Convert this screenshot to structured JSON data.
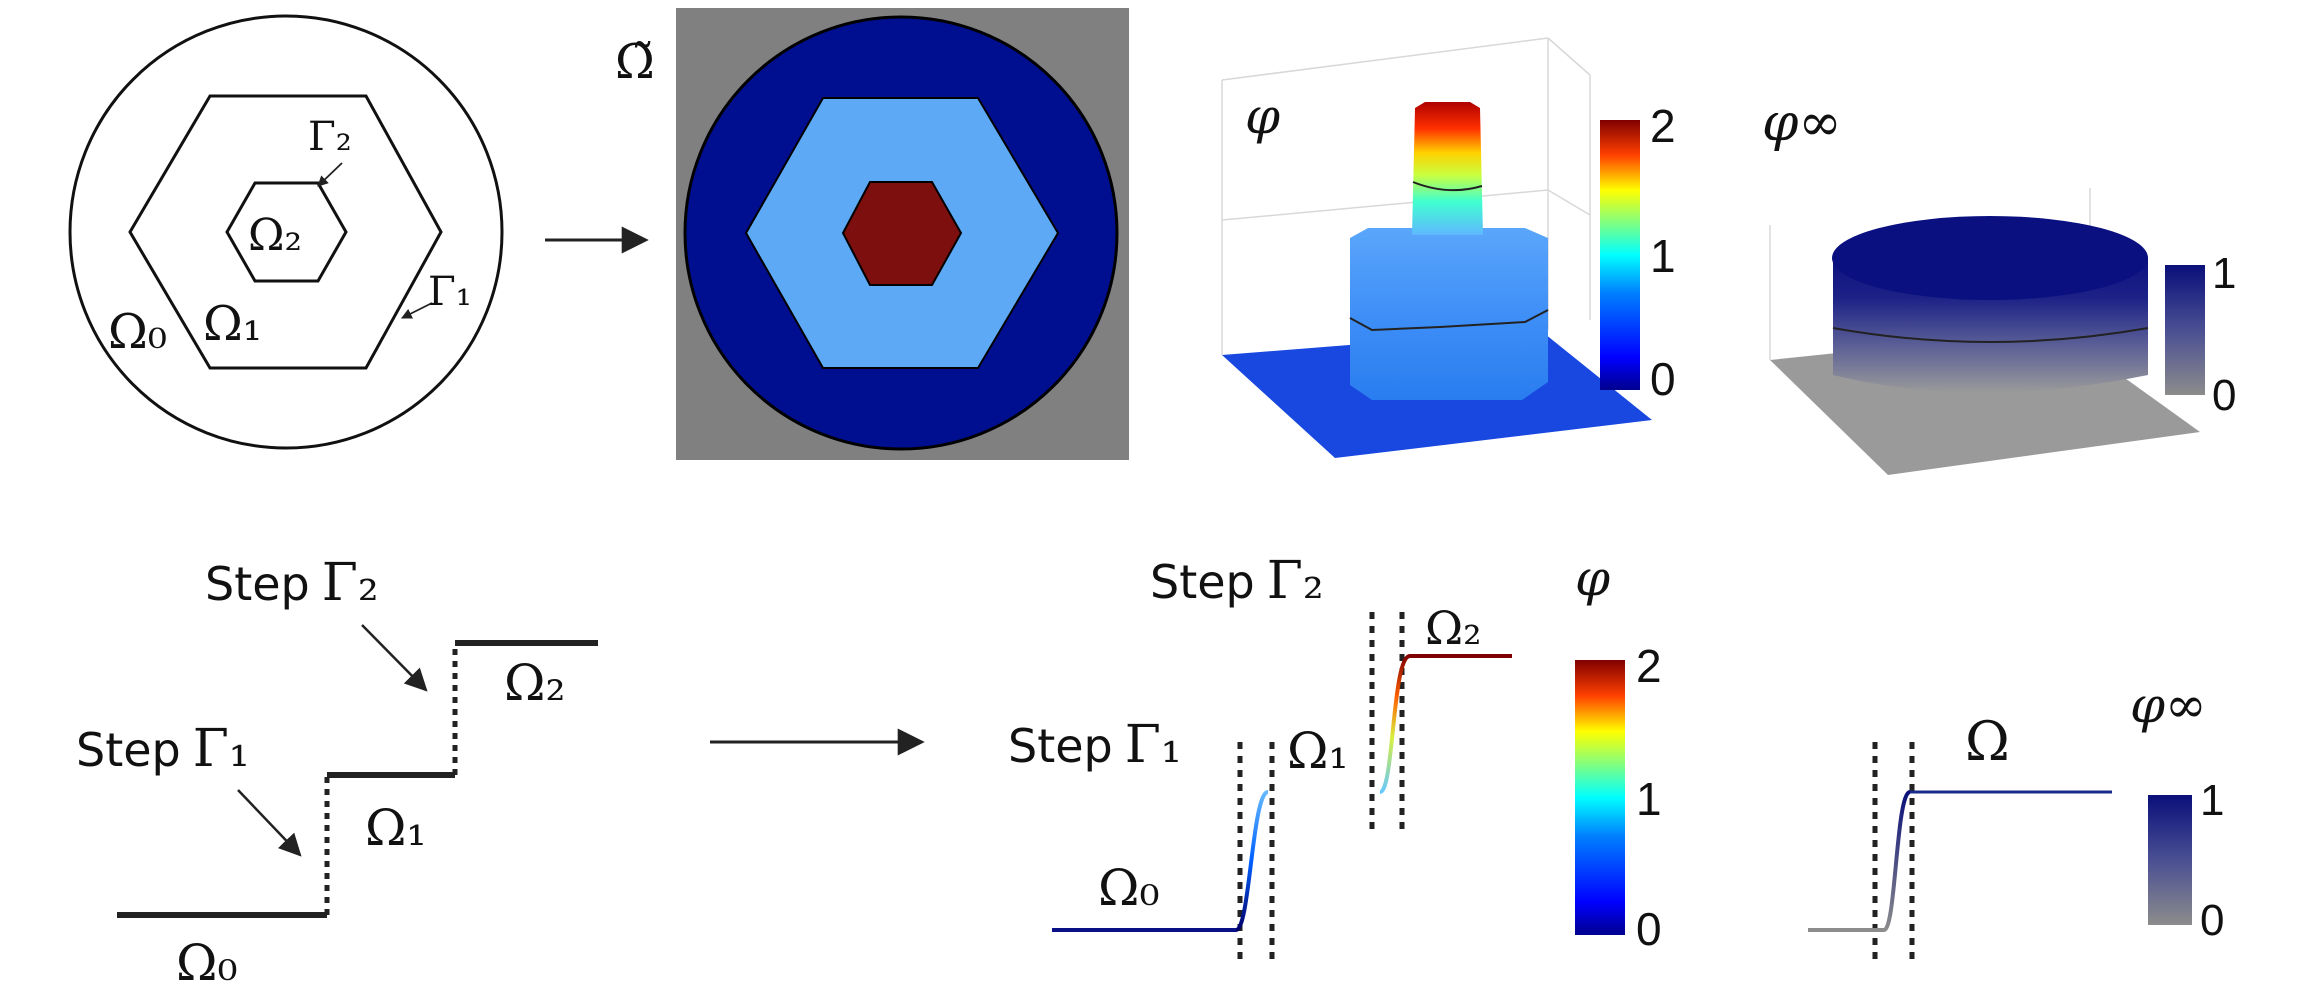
{
  "panels": {
    "domain_sketch": {
      "labels": {
        "omega0": "Ω₀",
        "omega1": "Ω₁",
        "omega2": "Ω₂",
        "gamma1": "Γ₁",
        "gamma2": "Γ₂"
      }
    },
    "extended_domain": {
      "label": "Ω̃",
      "colors": {
        "background": "#808080",
        "outer": "#000f8f",
        "middle": "#5ea9f6",
        "inner": "#7e0f0f"
      }
    },
    "phi_3d": {
      "label": "φ",
      "colorbar_ticks": [
        "2",
        "1",
        "0"
      ],
      "levels": {
        "omega0": 0,
        "omega1": 1,
        "omega2": 2
      }
    },
    "phi_inf_3d": {
      "label": "φ∞",
      "colorbar_ticks": [
        "1",
        "0"
      ],
      "levels": {
        "outside": 0,
        "inside": 1
      }
    },
    "step_sketch": {
      "step1_text": "Step",
      "step1_sym": "Γ₁",
      "step2_text": "Step",
      "step2_sym": "Γ₂",
      "omega0": "Ω₀",
      "omega1": "Ω₁",
      "omega2": "Ω₂"
    },
    "step_profile": {
      "step1_text": "Step",
      "step1_sym": "Γ₁",
      "step2_text": "Step",
      "step2_sym": "Γ₂",
      "omega0": "Ω₀",
      "omega1": "Ω₁",
      "omega2": "Ω₂",
      "colorbar_label": "φ",
      "colorbar_ticks": [
        "2",
        "1",
        "0"
      ]
    },
    "phi_inf_profile": {
      "omega": "Ω",
      "colorbar_label": "φ∞",
      "colorbar_ticks": [
        "1",
        "0"
      ]
    }
  },
  "colormaps": {
    "jet": [
      "#00008f",
      "#0000ff",
      "#0080ff",
      "#00ffff",
      "#80ff80",
      "#ffff00",
      "#ff8000",
      "#ff0000",
      "#800000"
    ],
    "navy_gray": [
      "#0a0f7a",
      "#3a3f8e",
      "#6e7094",
      "#8c8c8c"
    ]
  }
}
